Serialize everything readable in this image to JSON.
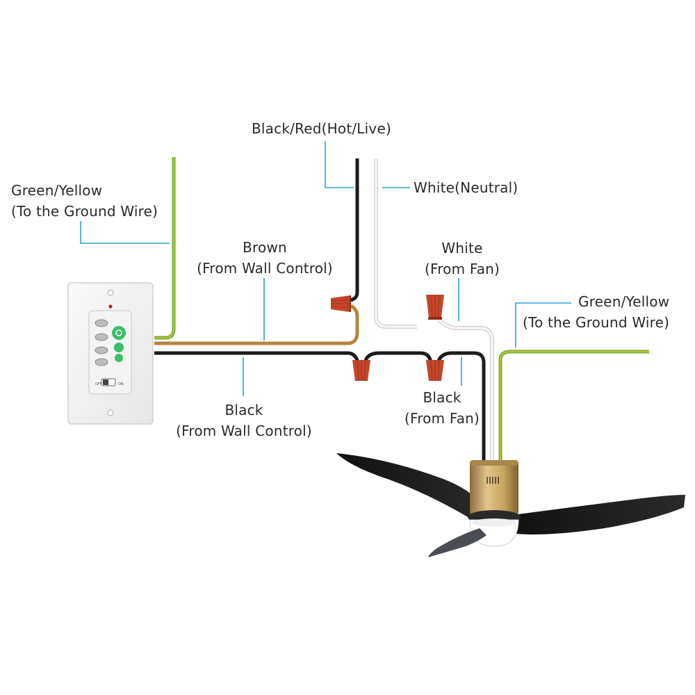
{
  "labels": {
    "hot": {
      "line1": "Black/Red(Hot/Live)"
    },
    "neutral": {
      "line1": "White(Neutral)"
    },
    "ground_left": {
      "line1": "Green/Yellow",
      "line2": "(To the Ground Wire)"
    },
    "brown": {
      "line1": "Brown",
      "line2": "(From Wall Control)"
    },
    "white_fan": {
      "line1": "White",
      "line2": "(From Fan)"
    },
    "ground_right": {
      "line1": "Green/Yellow",
      "line2": "(To the Ground Wire)"
    },
    "black_wall": {
      "line1": "Black",
      "line2": "(From Wall Control)"
    },
    "black_fan": {
      "line1": "Black",
      "line2": "(From Fan)"
    }
  },
  "wall_control": {
    "switch_off": "OFF",
    "switch_on": "ON"
  },
  "colors": {
    "wire_black": "#1b1b1b",
    "wire_brown": "#b5853f",
    "wire_white": "#f1f1f1",
    "wire_green": "#6fae2f",
    "wire_yellow": "#d8c23a",
    "leader": "#2aa0d2",
    "wire_nut": "#c4452b",
    "button_green": "#3bbf6a",
    "fan_gold": "#c9a35e",
    "fan_blade": "#1d1d1d"
  }
}
